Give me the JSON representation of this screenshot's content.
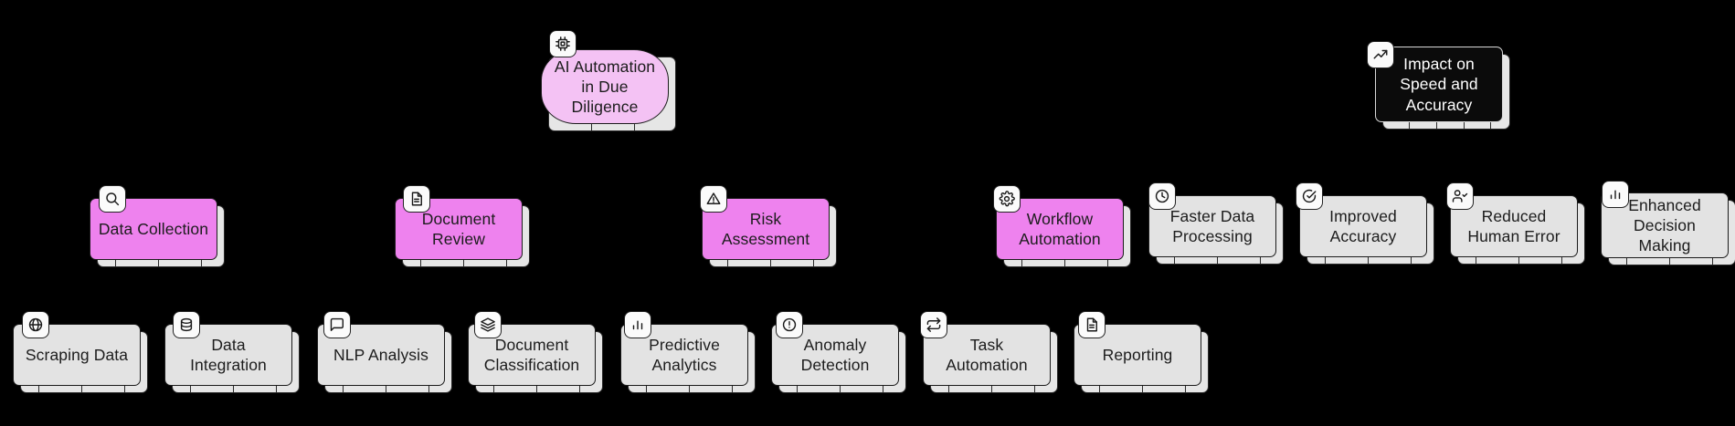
{
  "diagram": {
    "title": "AI Automation in Due Diligence",
    "background_color": "#000000",
    "colors": {
      "root_fill": "#f4c2f4",
      "branch_fill": "#ee82ee",
      "leaf_fill": "#e3e3e3",
      "dark_fill": "#0b0b0b",
      "stroke": "#1b1b1b",
      "text": "#1c1c1c",
      "dark_text": "#ffffff"
    },
    "nodes": {
      "root": {
        "label": "AI Automation\nin Due\nDiligence",
        "icon": "cpu-chip-icon",
        "style": "root"
      },
      "impact": {
        "label": "Impact on\nSpeed and\nAccuracy",
        "icon": "trending-up-icon",
        "style": "dark"
      },
      "data_collection": {
        "label": "Data Collection",
        "icon": "search-icon",
        "style": "branch"
      },
      "document_review": {
        "label": "Document\nReview",
        "icon": "file-text-icon",
        "style": "branch"
      },
      "risk_assessment": {
        "label": "Risk\nAssessment",
        "icon": "alert-triangle-icon",
        "style": "branch"
      },
      "workflow_automation": {
        "label": "Workflow\nAutomation",
        "icon": "gear-icon",
        "style": "branch"
      },
      "faster_data_processing": {
        "label": "Faster Data\nProcessing",
        "icon": "clock-icon",
        "style": "leaf"
      },
      "improved_accuracy": {
        "label": "Improved\nAccuracy",
        "icon": "check-circle-icon",
        "style": "leaf"
      },
      "reduced_human_error": {
        "label": "Reduced\nHuman Error",
        "icon": "user-check-icon",
        "style": "leaf"
      },
      "enhanced_decision_making": {
        "label": "Enhanced\nDecision\nMaking",
        "icon": "bar-chart-icon",
        "style": "leaf"
      },
      "scraping_data": {
        "label": "Scraping Data",
        "icon": "globe-icon",
        "style": "leaf"
      },
      "data_integration": {
        "label": "Data\nIntegration",
        "icon": "database-icon",
        "style": "leaf"
      },
      "nlp_analysis": {
        "label": "NLP Analysis",
        "icon": "message-square-icon",
        "style": "leaf"
      },
      "document_classification": {
        "label": "Document\nClassification",
        "icon": "layers-icon",
        "style": "leaf"
      },
      "predictive_analytics": {
        "label": "Predictive\nAnalytics",
        "icon": "bar-chart-icon",
        "style": "leaf"
      },
      "anomaly_detection": {
        "label": "Anomaly\nDetection",
        "icon": "alert-circle-icon",
        "style": "leaf"
      },
      "task_automation": {
        "label": "Task\nAutomation",
        "icon": "repeat-icon",
        "style": "leaf"
      },
      "reporting": {
        "label": "Reporting",
        "icon": "file-text-icon",
        "style": "leaf"
      }
    }
  }
}
